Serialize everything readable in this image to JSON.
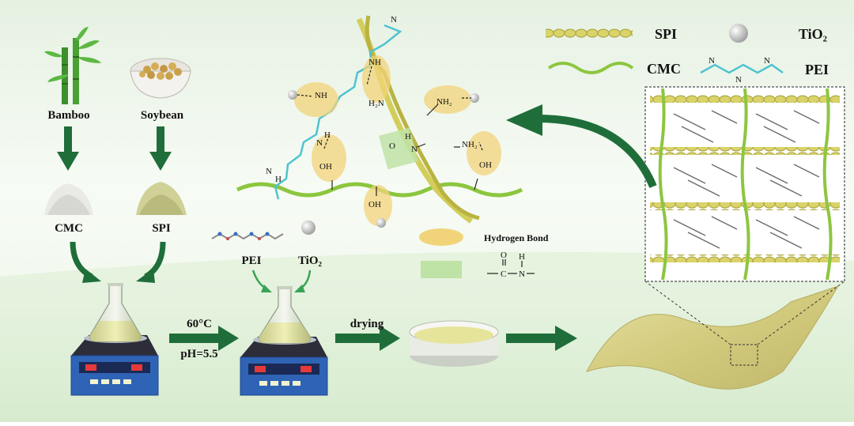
{
  "materials": {
    "bamboo": "Bamboo",
    "soybean": "Soybean",
    "cmc": "CMC",
    "spi": "SPI",
    "pei": "PEI",
    "tio2": "TiO₂"
  },
  "conditions": {
    "temperature": "60°C",
    "ph": "pH=5.5",
    "drying": "drying"
  },
  "legend": {
    "spi": "SPI",
    "tio2": "TiO₂",
    "cmc": "CMC",
    "pei": "PEI",
    "hydrogen_bond": "Hydrogen Bond",
    "amide_o": "O",
    "amide_h": "H",
    "amide_c": "C",
    "amide_n": "N"
  },
  "molecule": {
    "nh_top": "NH",
    "nh2_a": "H₂N",
    "nh2_b": "NH₂",
    "nh_mid": "NH",
    "nh_left": "N",
    "h_left": "H",
    "oh_left": "OH",
    "amide_o": "O",
    "amide_h": "H",
    "amide_n": "N",
    "nh2_c": "NH₂",
    "oh_right": "OH",
    "oh_bottom": "OH",
    "n_end_top": "N",
    "n_end_left": "N",
    "h_end": "H"
  },
  "colors": {
    "arrow": "#1f6e3a",
    "spi": "#c9c45a",
    "cmc": "#8cc63f",
    "pei": "#4fc3d0",
    "hbond": "#f1d37a",
    "amide": "#bfe3a6",
    "film": "#d9d28c"
  }
}
